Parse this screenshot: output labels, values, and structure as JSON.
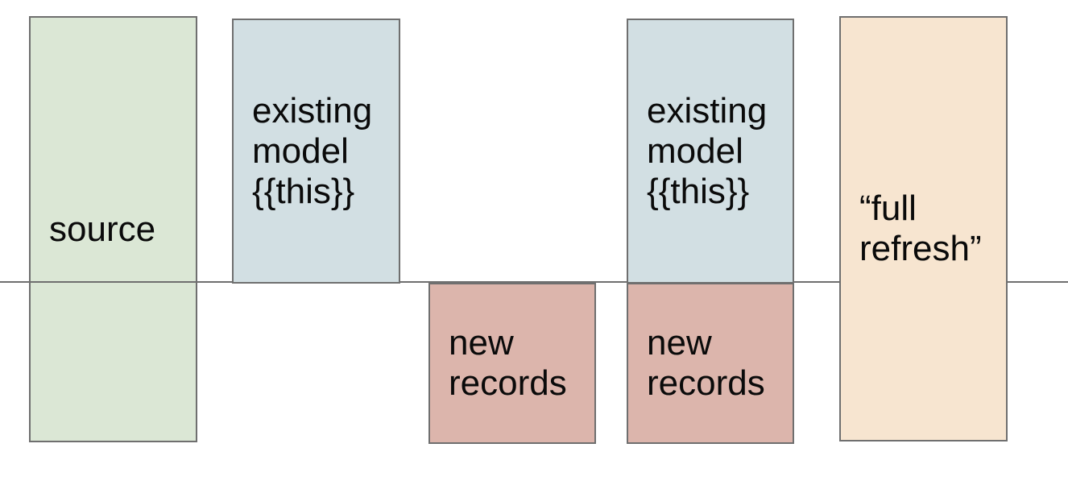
{
  "diagram": {
    "boxes": [
      {
        "id": "source",
        "label": "source",
        "fill": "#dbe7d5"
      },
      {
        "id": "existing-model-1",
        "label": "existing\nmodel\n{{this}}",
        "fill": "#d2dfe3"
      },
      {
        "id": "new-records-1",
        "label": "new\nrecords",
        "fill": "#dcb5ac"
      },
      {
        "id": "existing-model-2",
        "label": "existing\nmodel\n{{this}}",
        "fill": "#d2dfe3"
      },
      {
        "id": "new-records-2",
        "label": "new\nrecords",
        "fill": "#dcb5ac"
      },
      {
        "id": "full-refresh",
        "label": "“full\nrefresh”",
        "fill": "#f7e5d0"
      }
    ],
    "divider": {
      "color": "#6f6f6f"
    },
    "border_color": "#6f6f6f",
    "text_color": "#0a0a0a",
    "background_color": "#ffffff"
  }
}
